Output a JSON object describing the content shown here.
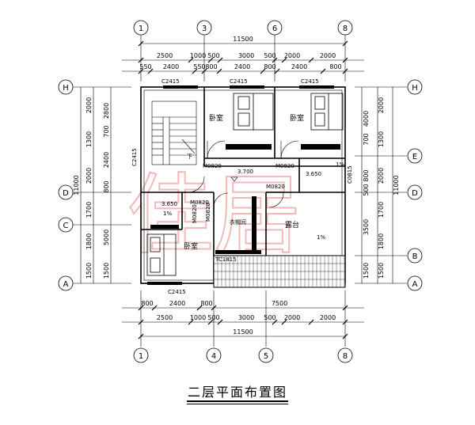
{
  "title": "二层平面布置图",
  "watermark": "佳居",
  "axes": {
    "top": [
      "1",
      "3",
      "6",
      "8"
    ],
    "bottom": [
      "1",
      "4",
      "5",
      "8"
    ],
    "left": [
      "H",
      "D",
      "C",
      "A"
    ],
    "right": [
      "H",
      "E",
      "D",
      "B",
      "A"
    ]
  },
  "dims": {
    "total_top": "11500",
    "total_bottom": "11500",
    "total_left": "11000",
    "total_right": "11000",
    "top_row1": [
      "2500",
      "1000",
      "500",
      "3000",
      "500",
      "2000",
      "2000"
    ],
    "top_row2": [
      "550",
      "2400",
      "550",
      "800",
      "2400",
      "800",
      "2400",
      "800"
    ],
    "bottom_row1": [
      "800",
      "2400",
      "800",
      "7500"
    ],
    "bottom_row2": [
      "2500",
      "1000",
      "500",
      "3000",
      "500",
      "2000",
      "2000"
    ],
    "left_row1": [
      "2000",
      "1300",
      "2000",
      "1700",
      "1800",
      "1500"
    ],
    "left_row2": [
      "2800",
      "700",
      "2400",
      "800",
      "5000",
      "1500"
    ],
    "right_row1": [
      "2000",
      "1300",
      "2000",
      "1700",
      "1800",
      "1500"
    ],
    "right_row2": [
      "4000",
      "700",
      "800",
      "500",
      "3500",
      "1500"
    ]
  },
  "rooms": {
    "master_bedroom": "卧室",
    "bedroom_ne": "卧室",
    "bedroom_sw": "卧室",
    "closet": "衣帽间",
    "terrace": "露台"
  },
  "labels": {
    "c2415_a": "C2415",
    "c2415_b": "C2415",
    "c2415_c": "C2415",
    "c2415_d": "C2415",
    "c2415_e": "C2415",
    "c0815": "C0815",
    "tc1815": "TC1815",
    "m0820_a": "M0820",
    "m0820_b": "M0820",
    "m0820_c": "M0820",
    "m0820_d": "M0820",
    "m0820_e": "M0820",
    "m0820_f": "M0820",
    "elev_main": "3.700",
    "elev_bath": "3.650",
    "elev_bath2": "3.650",
    "slope1": "1%",
    "slope2": "1%",
    "slope3": "1%",
    "down": "下"
  }
}
